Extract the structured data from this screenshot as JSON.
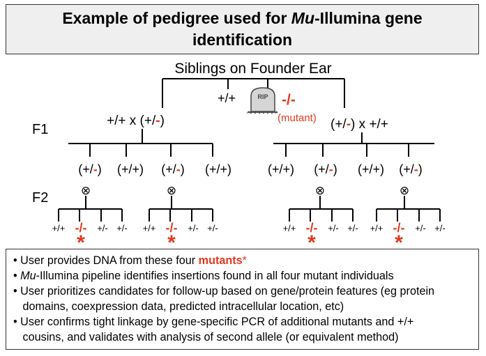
{
  "title": {
    "line1_prefix": "Example of pedigree used for ",
    "line1_emph": "Mu",
    "line1_suffix": "-Illumina gene",
    "line2": "identification"
  },
  "founder": {
    "label": "Siblings on Founder Ear",
    "left_sib": "+/+",
    "tombstone_text": "RIP",
    "mutant_genotype": "-/-",
    "mutant_note": "(mutant)"
  },
  "generations": {
    "f1": "F1",
    "f2": "F2"
  },
  "f1_crosses": {
    "left": {
      "a": "+/+",
      "x": "x",
      "b_open": "(+/",
      "b_red": "-",
      "b_close": ")"
    },
    "right": {
      "a_open": "(+/",
      "a_red": "-",
      "a_close": ")",
      "x": "x",
      "b": "+/+"
    }
  },
  "f1_offspring": [
    {
      "open": "(+/",
      "red": "-",
      "close": ")"
    },
    {
      "open": "(+/+)",
      "red": "",
      "close": ""
    },
    {
      "open": "(+/",
      "red": "-",
      "close": ")"
    },
    {
      "open": "(+/+)",
      "red": "",
      "close": ""
    },
    {
      "open": "(+/+)",
      "red": "",
      "close": ""
    },
    {
      "open": "(+/",
      "red": "-",
      "close": ")"
    },
    {
      "open": "(+/+)",
      "red": "",
      "close": ""
    },
    {
      "open": "(+/",
      "red": "-",
      "close": ")"
    }
  ],
  "self_symbol": "⊗",
  "f2_family": {
    "g1": "+/+",
    "g2": "-/-",
    "g3": "+/-",
    "g4": "+/-",
    "star": "*"
  },
  "notes": {
    "bullet": "•",
    "l1_text": "User provides DNA from these four ",
    "l1_red": "mutants",
    "l1_star": "*",
    "l2_emph": "Mu",
    "l2_text": "-Illumina pipeline identifies insertions found in all four mutant individuals",
    "l3a": "User prioritizes candidates for follow-up based on gene/protein features (eg protein",
    "l3b": "domains, coexpression data, predicted intracellular location, etc)",
    "l4a": "User confirms tight linkage by gene-specific PCR of additional mutants and  +/+",
    "l4b": "cousins, and validates with analysis of second allele (or equivalent method)"
  },
  "colors": {
    "mutant_red": "#e03a1e",
    "title_bg": "#efefef"
  }
}
